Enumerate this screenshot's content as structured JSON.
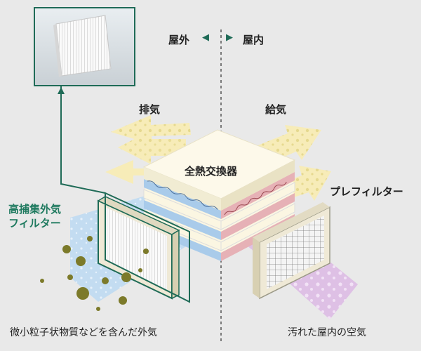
{
  "direction": {
    "outdoor": "屋外",
    "indoor": "屋内",
    "left_arrow": "◀",
    "right_arrow": "▶"
  },
  "labels": {
    "exhaust": "排気",
    "supply": "給気",
    "exchanger": "全熱交換器",
    "prefilter": "プレフィルター",
    "hepa_line1": "高捕集外気",
    "hepa_line2": "フィルター",
    "outdoor_air": "微小粒子状物質などを含んだ外気",
    "indoor_air": "汚れた屋内の空気"
  },
  "colors": {
    "background": "#e9e9e9",
    "accent_green": "#1f6b57",
    "exhaust_arrow": "#f7ecb8",
    "supply_arrow": "#f7ecb8",
    "outdoor_air": "#bcd9f2",
    "indoor_air": "#dcb8e4",
    "particles": "#7c7a2a",
    "exchanger_top": "#fbf6e2",
    "exchanger_edge_blue": "#a9cbea",
    "exchanger_edge_red": "#e6b1b6"
  },
  "icons": {
    "filter_photo": "pleated-filter-photo",
    "particle": "pm-particle-icon"
  }
}
